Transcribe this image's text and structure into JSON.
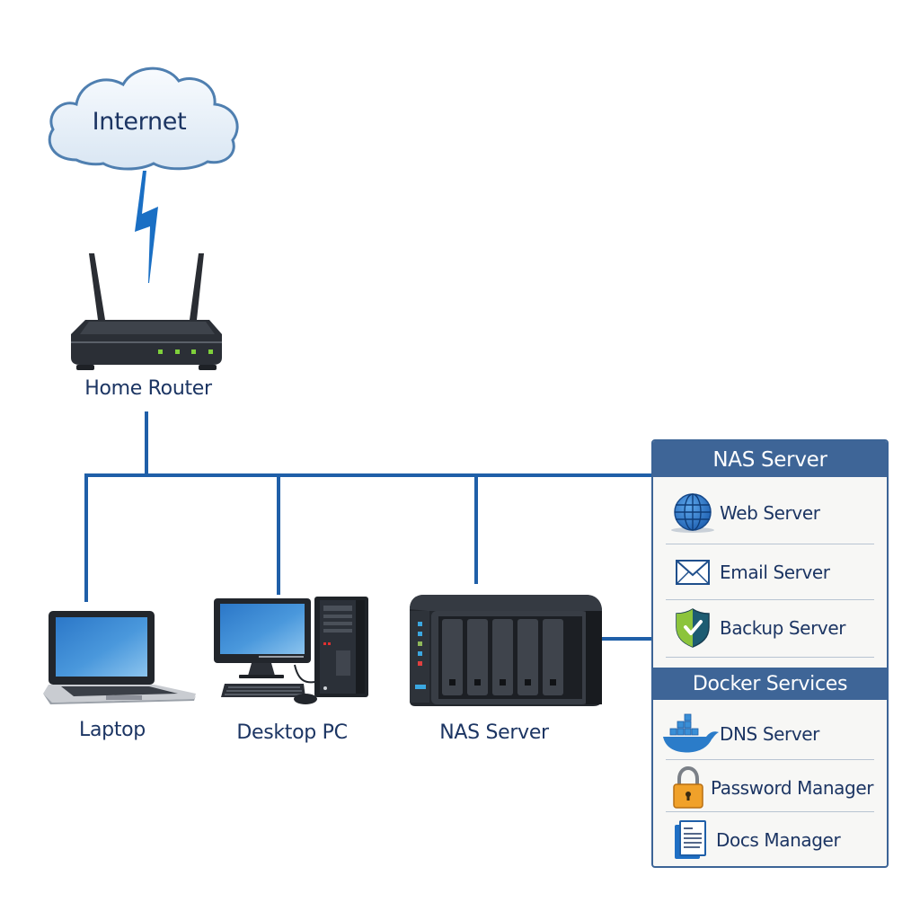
{
  "diagram": {
    "internet": {
      "label": "Internet"
    },
    "router": {
      "label": "Home Router",
      "led_color": "#7fd13b",
      "led_count": 4
    },
    "devices": [
      {
        "id": "laptop",
        "label": "Laptop"
      },
      {
        "id": "desktop",
        "label": "Desktop PC"
      },
      {
        "id": "nas",
        "label": "NAS Server",
        "drive_bays": 5
      }
    ],
    "nas_panel": {
      "title": "NAS Server",
      "services": [
        {
          "label": "Web Server",
          "icon": "globe-icon"
        },
        {
          "label": "Email Server",
          "icon": "envelope-icon"
        },
        {
          "label": "Backup Server",
          "icon": "shield-check-icon"
        }
      ],
      "docker": {
        "title": "Docker Services",
        "services": [
          {
            "label": "DNS Server",
            "icon": "docker-whale-icon"
          },
          {
            "label": "Password Manager",
            "icon": "padlock-icon"
          },
          {
            "label": "Docs Manager",
            "icon": "document-icon"
          }
        ]
      }
    },
    "colors": {
      "link": "#1f5fa8",
      "label_text": "#1c3563",
      "panel_header": "#3e6597",
      "panel_bg": "#f7f7f5",
      "lightning": "#1a6fc4"
    }
  }
}
